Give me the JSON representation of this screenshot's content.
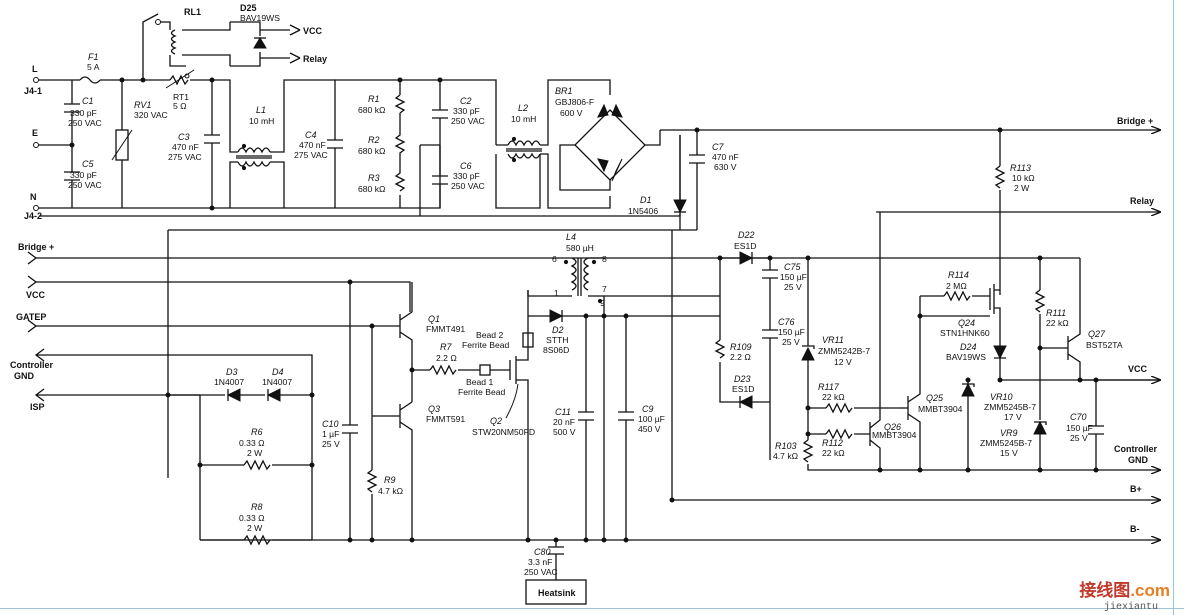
{
  "schematic": {
    "left_terminals": {
      "L": "L",
      "J4_1": "J4-1",
      "E": "E",
      "N": "N",
      "J4_2": "J4-2",
      "bridge_plus": "Bridge +",
      "vcc": "VCC",
      "gatep": "GATEP",
      "controller": "Controller",
      "gnd": "GND",
      "isp": "ISP"
    },
    "right_terminals": {
      "bridge_plus": "Bridge +",
      "relay": "Relay",
      "vcc": "VCC",
      "controller": "Controller",
      "gnd": "GND",
      "b_plus": "B+",
      "b_minus": "B-"
    },
    "top_terminals": {
      "vcc": "VCC",
      "relay": "Relay"
    },
    "components": {
      "RL1": "RL1",
      "D25": "D25",
      "D25_val": "BAV19WS",
      "F1": "F1",
      "F1_val": "5 A",
      "RT1": "RT1",
      "RT1_val": "5 Ω",
      "RV1": "RV1",
      "RV1_val": "320 VAC",
      "C1": "C1",
      "C1_v1": "330 pF",
      "C1_v2": "250 VAC",
      "C5": "C5",
      "C5_v1": "330 pF",
      "C5_v2": "250 VAC",
      "C3": "C3",
      "C3_v1": "470 nF",
      "C3_v2": "275 VAC",
      "L1": "L1",
      "L1_val": "10 mH",
      "C4": "C4",
      "C4_v1": "470 nF",
      "C4_v2": "275 VAC",
      "R1": "R1",
      "R1_val": "680 kΩ",
      "R2": "R2",
      "R2_val": "680 kΩ",
      "R3": "R3",
      "R3_val": "680 kΩ",
      "C2": "C2",
      "C2_v1": "330 pF",
      "C2_v2": "250 VAC",
      "C6": "C6",
      "C6_v1": "330 pF",
      "C6_v2": "250 VAC",
      "L2": "L2",
      "L2_val": "10 mH",
      "BR1": "BR1",
      "BR1_v1": "GBJ806-F",
      "BR1_v2": "600 V",
      "C7": "C7",
      "C7_v1": "470 nF",
      "C7_v2": "630 V",
      "D1": "D1",
      "D1_val": "1N5406",
      "R113": "R113",
      "R113_v1": "10 kΩ",
      "R113_v2": "2 W",
      "L4": "L4",
      "L4_val": "580 µH",
      "pin6": "6",
      "pin8": "8",
      "pin1": "1",
      "pin7": "7",
      "pin9": "9",
      "D22": "D22",
      "D22_val": "ES1D",
      "C75": "C75",
      "C75_v1": "150 µF",
      "C75_v2": "25 V",
      "C76": "C76",
      "C76_v1": "150 µF",
      "C76_v2": "25 V",
      "R114": "R114",
      "R114_val": "2 MΩ",
      "R111": "R111",
      "R111_val": "22 kΩ",
      "Q24": "Q24",
      "Q24_val": "STN1HNK60",
      "Q27": "Q27",
      "Q27_val": "BST52TA",
      "D24": "D24",
      "D24_val": "BAV19WS",
      "VR11": "VR11",
      "VR11_v1": "ZMM5242B-7",
      "VR11_v2": "12 V",
      "R109": "R109",
      "R109_val": "2.2 Ω",
      "D23": "D23",
      "D23_val": "ES1D",
      "R117": "R117",
      "R117_val": "22 kΩ",
      "Q25": "Q25",
      "Q25_val": "MMBT3904",
      "Q26": "Q26",
      "Q26_val": "MMBT3904",
      "R112": "R112",
      "R112_val": "22 kΩ",
      "R103": "R103",
      "R103_val": "4.7 kΩ",
      "VR10": "VR10",
      "VR10_v1": "ZMM5245B-7",
      "VR10_v2": "17 V",
      "VR9": "VR9",
      "VR9_v1": "ZMM5245B-7",
      "VR9_v2": "15 V",
      "C70": "C70",
      "C70_v1": "150 µF",
      "C70_v2": "25 V",
      "Q1": "Q1",
      "Q1_val": "FMMT491",
      "Q3": "Q3",
      "Q3_val": "FMMT591",
      "R7": "R7",
      "R7_val": "2.2 Ω",
      "bead2_1": "Bead 2",
      "bead2_2": "Ferrite Bead",
      "bead1_1": "Bead 1",
      "bead1_2": "Ferrite Bead",
      "D2": "D2",
      "D2_v1": "STTH",
      "D2_v2": "8S06D",
      "Q2": "Q2",
      "Q2_val": "STW20NM50FD",
      "C11": "C11",
      "C11_v1": "20 nF",
      "C11_v2": "500 V",
      "C9": "C9",
      "C9_v1": "100 µF",
      "C9_v2": "450 V",
      "C10": "C10",
      "C10_v1": "1 µF",
      "C10_v2": "25 V",
      "R9": "R9",
      "R9_val": "4.7 kΩ",
      "D3": "D3",
      "D3_val": "1N4007",
      "D4": "D4",
      "D4_val": "1N4007",
      "R6": "R6",
      "R6_v1": "0.33 Ω",
      "R6_v2": "2 W",
      "R8": "R8",
      "R8_v1": "0.33 Ω",
      "R8_v2": "2 W",
      "C80": "C80",
      "C80_v1": "3.3 nF",
      "C80_v2": "250 VAC",
      "heatsink": "Heatsink"
    }
  },
  "watermark": {
    "brand": "接线图",
    "dot": ".com",
    "url": "jiexiantu"
  }
}
